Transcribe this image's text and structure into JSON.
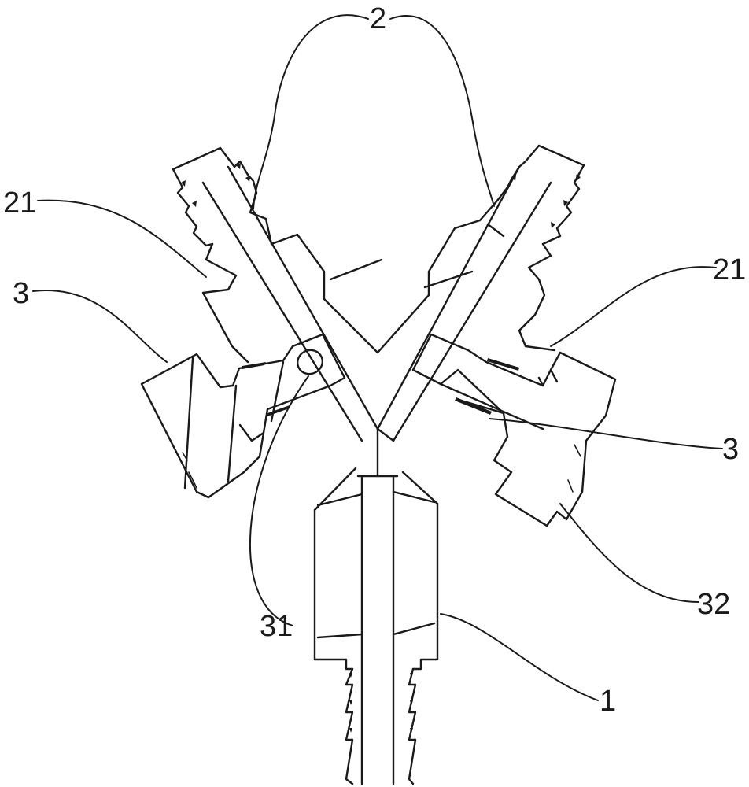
{
  "labels": {
    "main_body": "1",
    "branch_pipes": "2",
    "left_branch_outlet": "21",
    "right_branch_outlet": "21",
    "left_valve": "3",
    "right_valve": "3",
    "valve_ball": "31",
    "valve_seat": "32"
  }
}
